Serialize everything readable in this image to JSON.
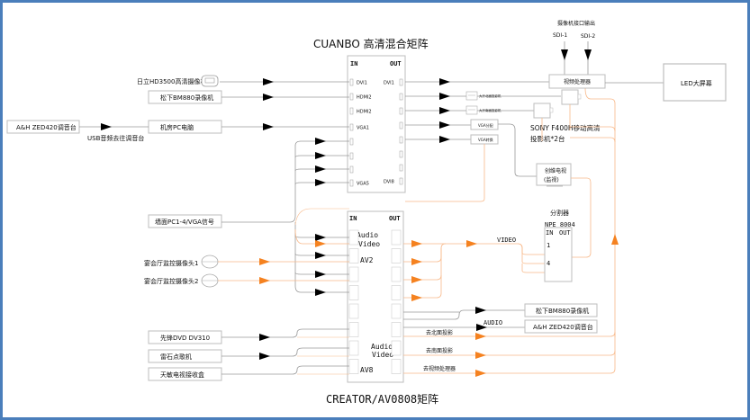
{
  "colors": {
    "frame": "#4a7ebb",
    "line": "#9a9a9a",
    "box": "#bdbdbd",
    "orange": "#f58220",
    "orange_line": "#f8b98a",
    "arrow_black": "#000000"
  },
  "hd_matrix": {
    "title": "CUANBO 高清混合矩阵",
    "in_label": "IN",
    "out_label": "OUT",
    "inputs": [
      "DVI1",
      "HDMI2",
      "HDMI2",
      "VGA1",
      "",
      "",
      "",
      "VGA5"
    ],
    "outputs": [
      "DVI1",
      "",
      "",
      "",
      "",
      "",
      "",
      "DVI8"
    ]
  },
  "av_matrix": {
    "title": "CREATOR/AV0808矩阵",
    "in_label": "IN",
    "out_label": "OUT",
    "audio_label": "Audio",
    "video_label": "Video",
    "av2_label": "AV2",
    "av8_label": "AV8"
  },
  "sources": {
    "hitachi_camera": "日立HD3500高清摄像机",
    "panasonic_cam_top": "松下BM880录像机",
    "pc": "机房PC电脑",
    "mixer_left": "A&H ZED420调音台",
    "usb_note": "USB音频去往调音台",
    "wall_pc": "墙面PC1-4/VGA信号",
    "monitor_cam1": "宴会厅监控摄像头1",
    "monitor_cam2": "宴会厅监控摄像头2",
    "dvd": "先锋DVD  DV310",
    "karaoke": "雷石点歌机",
    "satellite": "天敏电视接收盒"
  },
  "outputs": {
    "sdi_header": "摄像机接口输出",
    "sdi1": "SDI-1",
    "sdi2": "SDI-2",
    "video_processor": "视频处理器",
    "led_screen": "LED大屏幕",
    "converter1": "大厅北面投影机",
    "converter2": "大厅南面投影机",
    "small_box1": "VGA分配",
    "small_box2": "VGA转换",
    "sony_projector_line1": "SONY F400H移动高清",
    "sony_projector_line2": "投影机*2台",
    "tv_line1": "创维电视",
    "tv_line2": "(监视)",
    "splitter_title": "分割器",
    "splitter_model": "NPE 8004",
    "splitter_in": "IN",
    "splitter_out": "OUT",
    "splitter_port1": "1",
    "splitter_port4": "4",
    "video_label": "VIDEO",
    "audio_label": "AUDIO",
    "panasonic_cam_bottom": "松下BM880录像机",
    "mixer_right": "A&H ZED420调音台",
    "to_north_proj": "去北面投影",
    "to_south_proj": "去南面投影",
    "to_video_proc": "去视频处理器"
  }
}
